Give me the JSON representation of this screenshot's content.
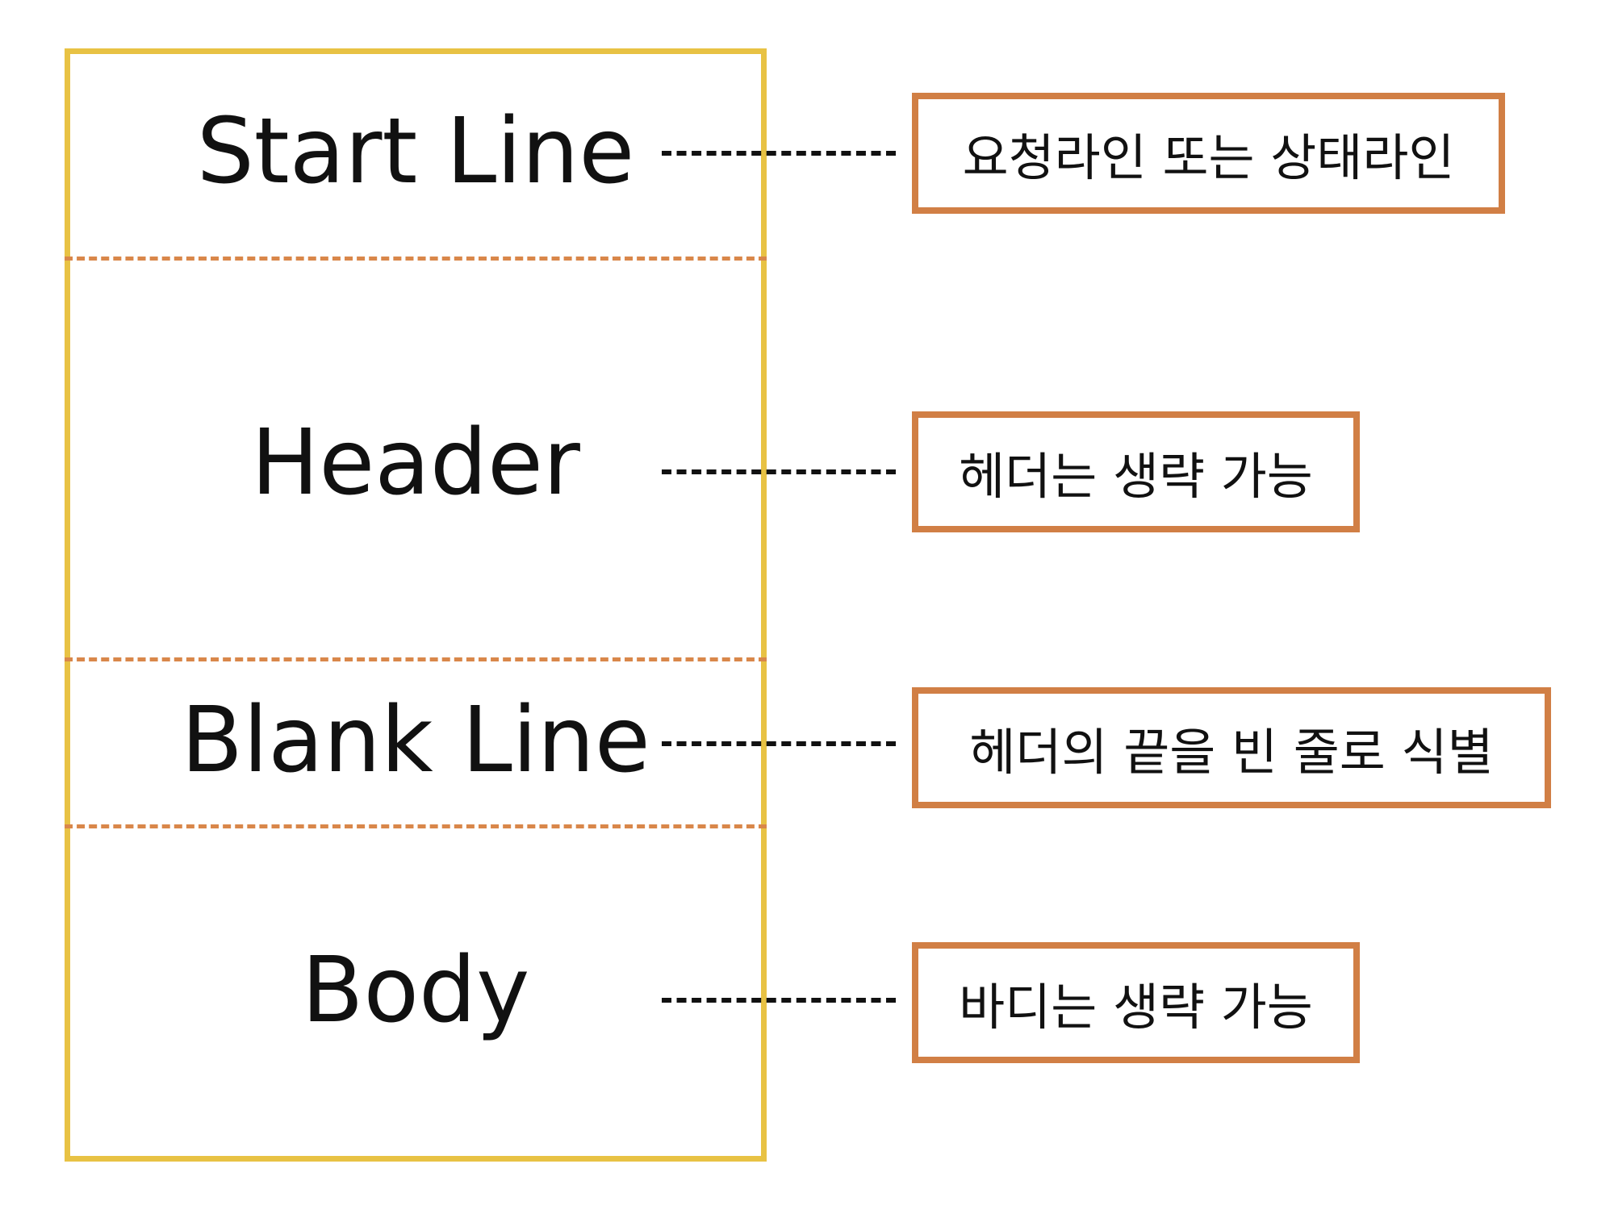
{
  "sections": [
    {
      "label": "Start Line",
      "note": "요청라인 또는 상태라인"
    },
    {
      "label": "Header",
      "note": "헤더는 생략 가능"
    },
    {
      "label": "Blank Line",
      "note": "헤더의 끝을 빈 줄로 식별"
    },
    {
      "label": "Body",
      "note": "바디는 생략 가능"
    }
  ],
  "colors": {
    "frame": "#E8C244",
    "divider": "#D9874A",
    "note_border": "#D17F45",
    "text": "#111111"
  }
}
